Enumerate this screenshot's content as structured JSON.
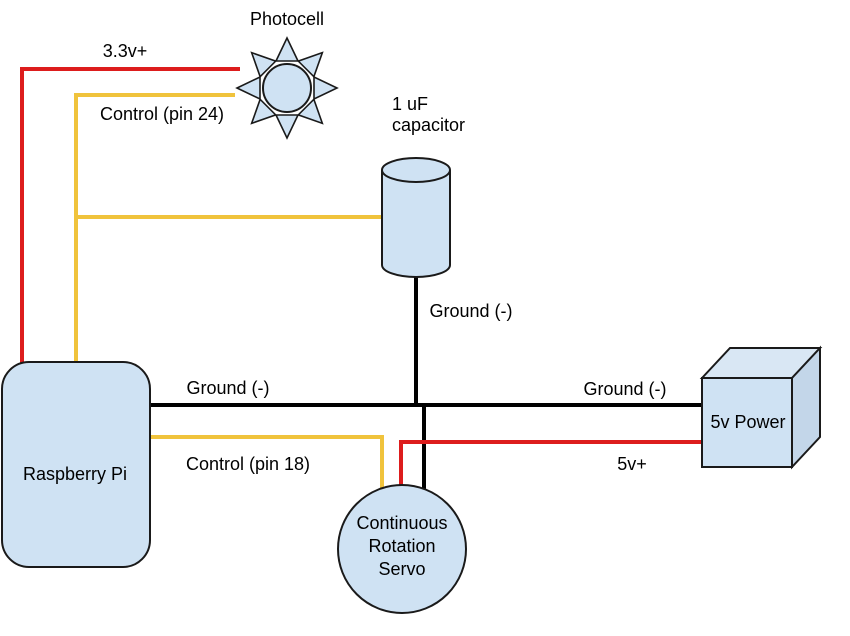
{
  "colors": {
    "wire_red": "#dd1d1d",
    "wire_yellow": "#f0c33c",
    "wire_ground": "#000000",
    "component_fill": "#cfe2f3",
    "component_fill_light": "#d9e7f4",
    "component_fill_dark": "#c3d6e9",
    "component_outline": "#1a1a1a",
    "background": "#ffffff",
    "text": "#000000"
  },
  "components": {
    "photocell": {
      "label": "Photocell"
    },
    "capacitor": {
      "label_line1": "1 uF",
      "label_line2": "capacitor"
    },
    "raspberry_pi": {
      "label": "Raspberry Pi"
    },
    "servo": {
      "label_line1": "Continuous",
      "label_line2": "Rotation",
      "label_line3": "Servo"
    },
    "power_supply": {
      "label": "5v Power"
    }
  },
  "wire_labels": {
    "v33": "3.3v+",
    "control_pin24": "Control (pin 24)",
    "control_pin18": "Control (pin 18)",
    "ground_capacitor": "Ground (-)",
    "ground_pi": "Ground (-)",
    "ground_power": "Ground (-)",
    "v5": "5v+"
  }
}
